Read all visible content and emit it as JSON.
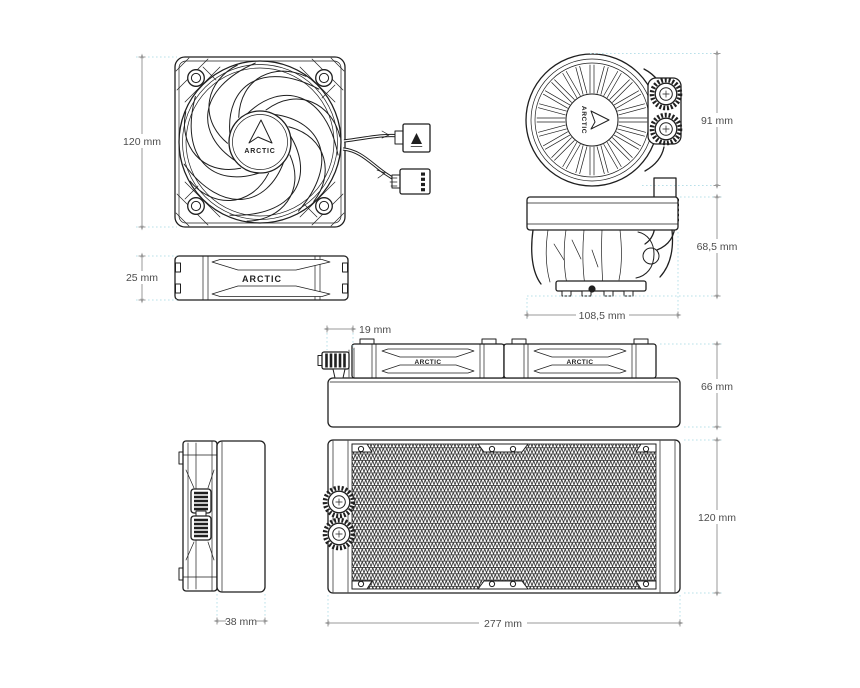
{
  "brand": "ARCTIC",
  "colors": {
    "line": "#1f1f1f",
    "dimension_line": "#9a9a9a",
    "extension_line": "#b9e0e9",
    "label_text": "#4d4d4d",
    "background": "#ffffff"
  },
  "logos": {
    "fan_front": "ARCTIC",
    "fan_side": "ARCTIC",
    "pump_top": "ARCTIC",
    "radiator_fan_1": "ARCTIC",
    "radiator_fan_2": "ARCTIC"
  },
  "dimensions": {
    "fan_front_height": "120 mm",
    "fan_side_thickness": "25 mm",
    "pump_height": "91 mm",
    "pump_side_height": "68,5 mm",
    "pump_side_width": "108,5 mm",
    "radiator_fitting_overhang": "19 mm",
    "radiator_with_fans_height": "66 mm",
    "radiator_front_height": "120 mm",
    "radiator_length": "277 mm",
    "radiator_depth": "38 mm"
  }
}
